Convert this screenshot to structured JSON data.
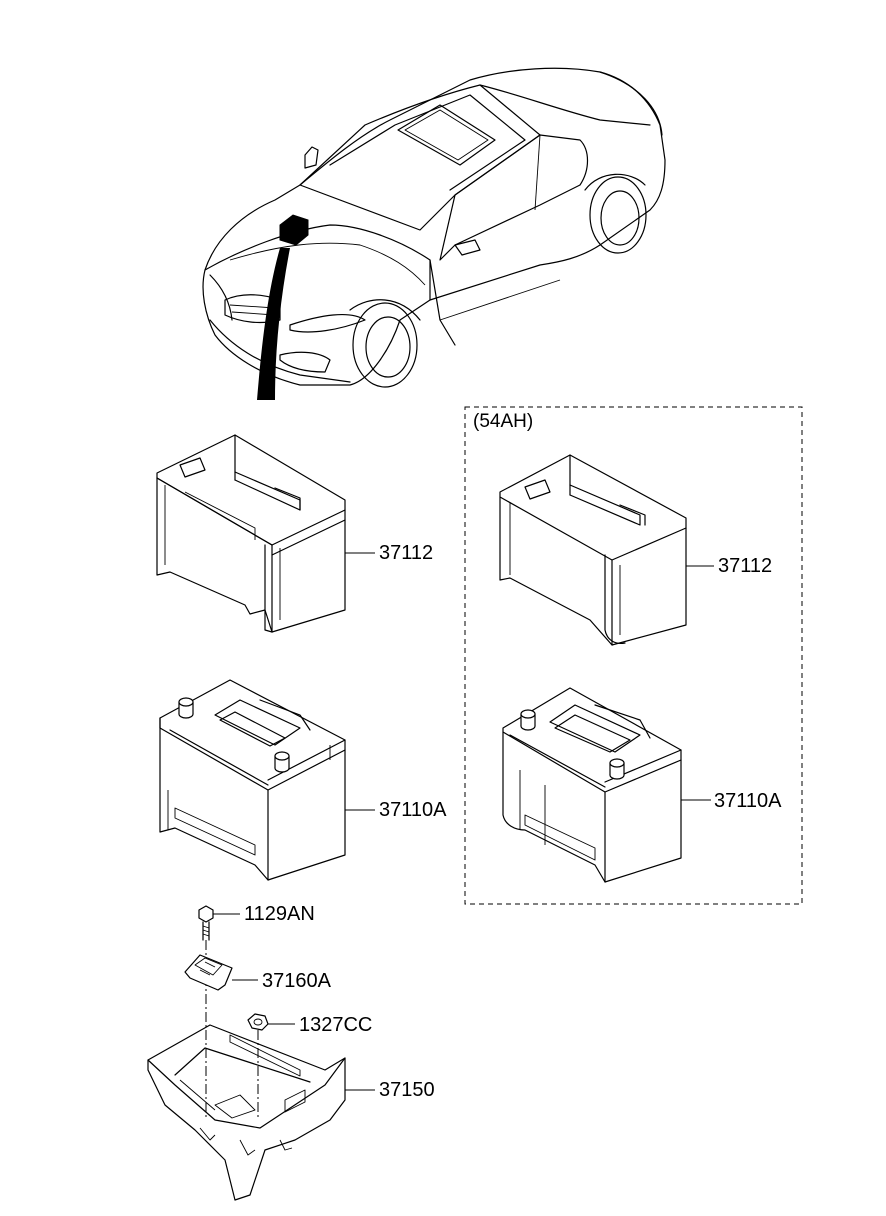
{
  "parts": {
    "box_cover_left": "37112",
    "battery_left": "37110A",
    "bolt": "1129AN",
    "clamp": "37160A",
    "nut": "1327CC",
    "tray": "37150",
    "box_cover_right": "37112",
    "battery_right": "37110A"
  },
  "variant_group": {
    "label": "(54AH)"
  }
}
